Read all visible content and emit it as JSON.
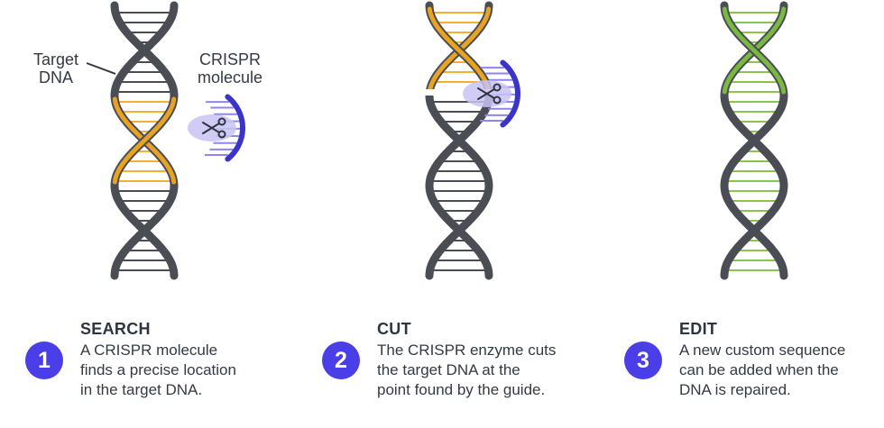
{
  "annotations": {
    "target_dna": [
      "Target",
      "DNA"
    ],
    "crispr_molecule": [
      "CRISPR",
      "molecule"
    ]
  },
  "colors": {
    "backbone": "#4a4d54",
    "target_rungs": "#f2b035",
    "target_strand": "#e8a323",
    "edited_rungs": "#8cc34d",
    "edited_strand": "#7bb843",
    "crispr_strand": "#3b34c9",
    "crispr_rungs": "#8d86ee",
    "crispr_halo": "#c8c3f3",
    "badge": "#4a3ee8"
  },
  "steps": [
    {
      "number": "1",
      "title": "SEARCH",
      "description": [
        "A CRISPR molecule",
        "finds a precise location",
        "in the target DNA."
      ]
    },
    {
      "number": "2",
      "title": "CUT",
      "description": [
        "The CRISPR enzyme cuts",
        "the target DNA at the",
        "point found by the guide."
      ]
    },
    {
      "number": "3",
      "title": "EDIT",
      "description": [
        "A new custom sequence",
        "can be added when the",
        "DNA is repaired."
      ]
    }
  ]
}
